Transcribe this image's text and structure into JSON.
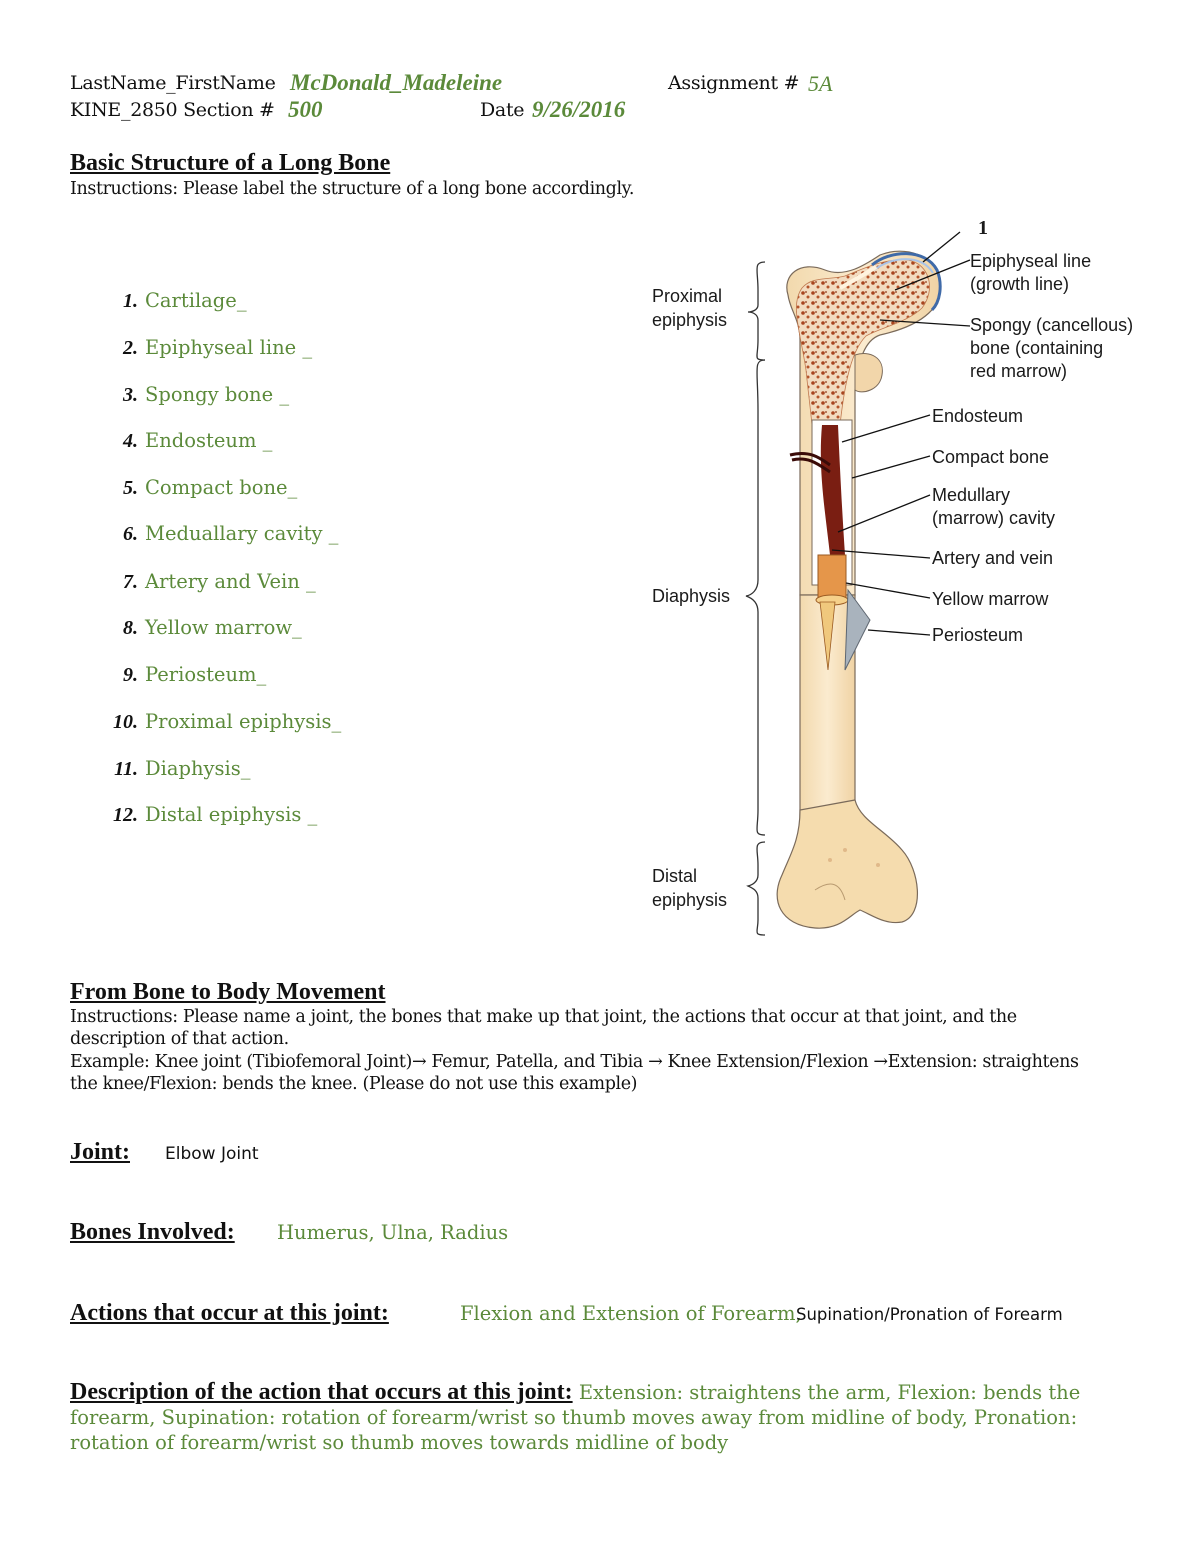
{
  "header": {
    "name_label": "LastName_FirstName",
    "name_value": "McDonald_Madeleine",
    "assignment_label": "Assignment #",
    "assignment_value": "5A",
    "course_label": "KINE_2850 Section #",
    "section_value": "500",
    "date_label": "Date",
    "date_value": "9/26/2016"
  },
  "part1": {
    "title": "Basic Structure of a Long Bone",
    "instructions": "Instructions: Please label the structure of a long bone accordingly.",
    "labels": [
      {
        "num": "1.",
        "text": "Cartilage_"
      },
      {
        "num": "2.",
        "text": "Epiphyseal line _"
      },
      {
        "num": "3.",
        "text": "Spongy bone _"
      },
      {
        "num": "4.",
        "text": "Endosteum _"
      },
      {
        "num": "5.",
        "text": "Compact bone_"
      },
      {
        "num": "6.",
        "text": "Meduallary cavity _"
      },
      {
        "num": "7.",
        "text": "Artery and Vein _"
      },
      {
        "num": "8.",
        "text": "Yellow marrow_"
      },
      {
        "num": "9.",
        "text": "Periosteum_"
      },
      {
        "num": "10.",
        "text": "Proximal epiphysis_"
      },
      {
        "num": "11.",
        "text": "Diaphysis_"
      },
      {
        "num": "12.",
        "text": "Distal epiphysis _"
      }
    ]
  },
  "diagram": {
    "marker": "1",
    "epiphyseal_line": [
      "Epiphyseal line",
      "(growth line)"
    ],
    "spongy_bone": [
      "Spongy (cancellous)",
      "bone (containing",
      "red marrow)"
    ],
    "endosteum": "Endosteum",
    "compact_bone": "Compact bone",
    "medullary": [
      "Medullary",
      "(marrow) cavity"
    ],
    "artery_vein": "Artery and vein",
    "yellow_marrow": "Yellow marrow",
    "periosteum": "Periosteum",
    "proximal": [
      "Proximal",
      "epiphysis"
    ],
    "diaphysis": "Diaphysis",
    "distal": [
      "Distal",
      "epiphysis"
    ]
  },
  "part2": {
    "title": "From Bone to Body Movement",
    "instructions_1": "Instructions: Please name a joint, the bones that make up that joint, the actions that occur at that joint, and the",
    "instructions_2": "description of that action.",
    "example_1": "Example: Knee joint (Tibiofemoral Joint)→ Femur, Patella, and Tibia → Knee Extension/Flexion →Extension: straightens",
    "example_2": "the knee/Flexion: bends the knee.  (Please do not use this example)",
    "joint_label": "Joint:",
    "joint_value": "Elbow Joint",
    "bones_label": "Bones Involved:",
    "bones_value": "Humerus, Ulna, Radius",
    "actions_label": "Actions that occur at this joint:",
    "actions_value_1": "Flexion and Extension of Forearm,",
    "actions_value_2": "Supination/Pronation of Forearm",
    "description_label": "Description of the action that occurs at this joint:",
    "description_value": "Extension: straightens the arm, Flexion: bends the forearm, Supination: rotation of forearm/wrist so thumb moves away from midline of body, Pronation: rotation of forearm/wrist  so thumb moves towards midline of body"
  }
}
